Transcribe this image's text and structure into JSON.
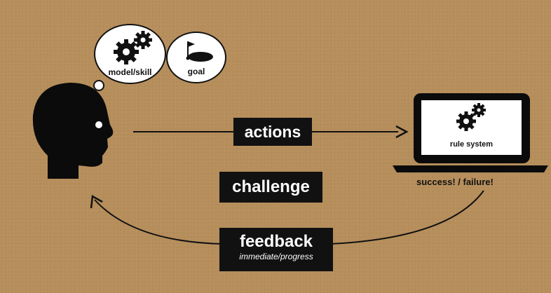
{
  "thought": {
    "model_label": "model/skill",
    "goal_label": "goal",
    "model_icon": "gears-icon",
    "goal_icon": "flag-hole-icon"
  },
  "arrows": {
    "actions_label": "actions",
    "challenge_label": "challenge",
    "feedback_label": "feedback",
    "feedback_sub": "immediate/progress"
  },
  "computer": {
    "screen_label": "rule system",
    "outcome": "success! / failure!",
    "icon": "laptop-icon"
  },
  "colors": {
    "background": "#b78f5c",
    "ink": "#111111",
    "paper": "#ffffff"
  }
}
